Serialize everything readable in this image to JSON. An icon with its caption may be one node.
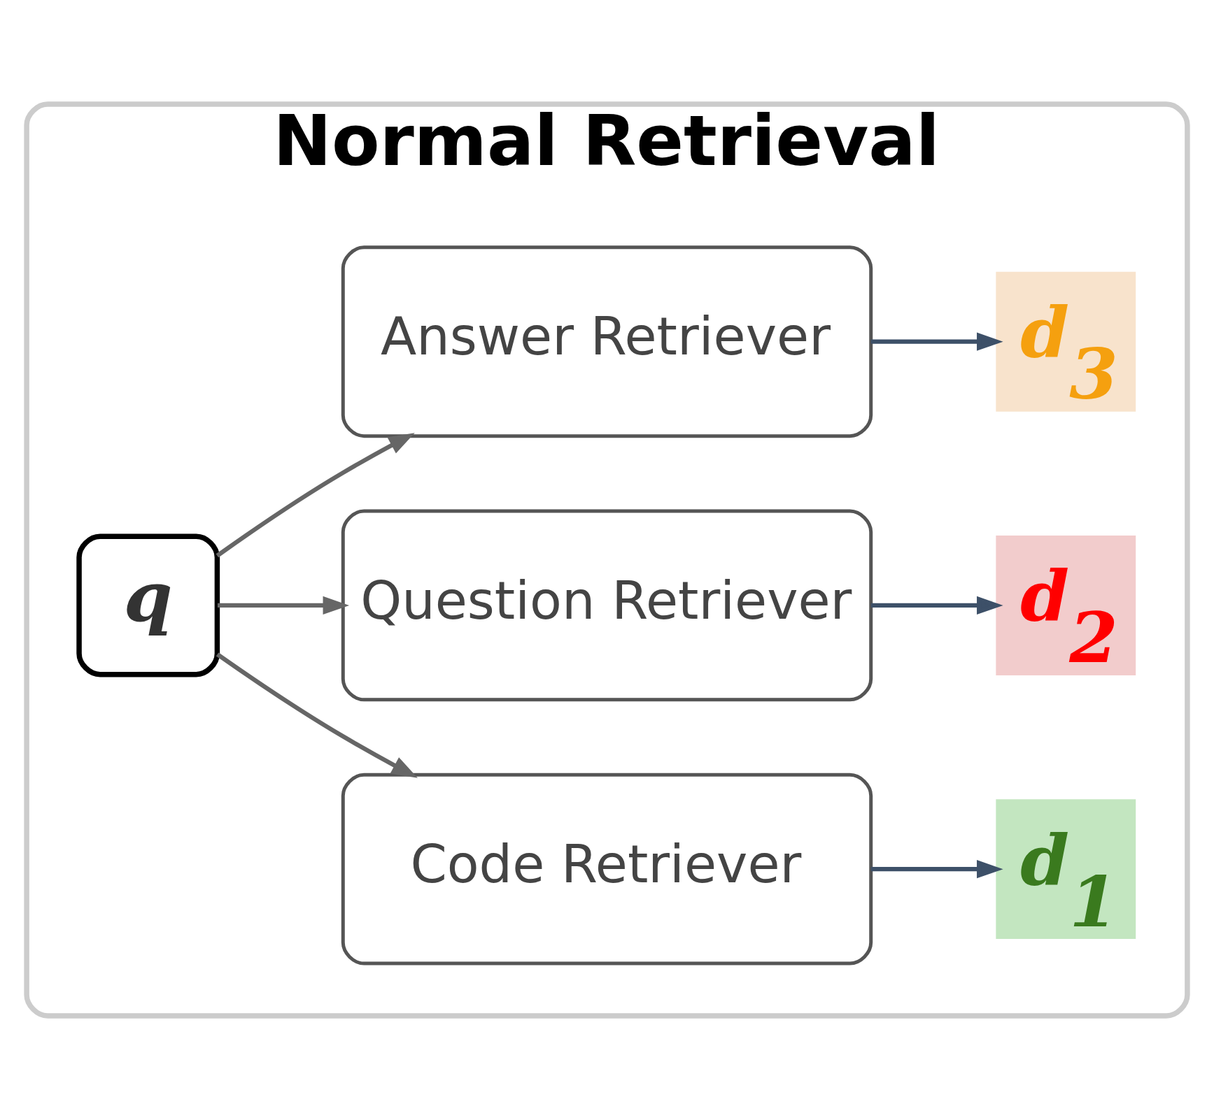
{
  "diagram": {
    "nodes": [
      {
        "text": [
          "Normal Retrieval"
        ]
      },
      {
        "text": [
          "q"
        ],
        "in": 0
      },
      {
        "text": [
          "Code Retriever"
        ],
        "in": 0
      },
      {
        "text": [
          "Question Retriever"
        ],
        "in": 0
      },
      {
        "text": [
          "Answer Retriever"
        ],
        "in": 0
      },
      {
        "text": [
          "d$_{1}$"
        ],
        "in": 0
      },
      {
        "text": [
          "d$_{2}$"
        ],
        "in": 0
      },
      {
        "text": [
          "d$_{3}$"
        ],
        "in": 0
      }
    ],
    "edges": [
      {
        "from": 1,
        "to": 2,
        "arrow": "to",
        "color": "#666666"
      },
      {
        "from": 1,
        "to": 3,
        "arrow": "to",
        "color": "#666666"
      },
      {
        "from": 1,
        "to": 4,
        "arrow": "to",
        "color": "#666666"
      },
      {
        "from": 2,
        "to": 5,
        "arrow": "to",
        "color": "#3d5068"
      },
      {
        "from": 3,
        "to": 6,
        "arrow": "to",
        "color": "#3d5068"
      },
      {
        "from": 4,
        "to": 7,
        "arrow": "to",
        "color": "#3d5068"
      }
    ]
  }
}
